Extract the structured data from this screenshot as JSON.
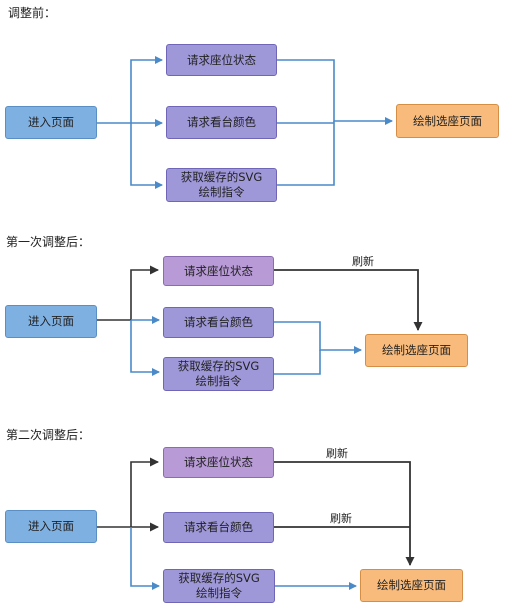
{
  "sections": [
    {
      "title": "调整前：",
      "start": "进入页面",
      "tasks": [
        "请求座位状态",
        "请求看台颜色",
        "获取缓存的SVG绘制指令"
      ],
      "task_lines": [
        [
          "请求座位状态"
        ],
        [
          "请求看台颜色"
        ],
        [
          "获取缓存的SVG",
          "绘制指令"
        ]
      ],
      "end": "绘制选座页面",
      "edge_labels": []
    },
    {
      "title": "第一次调整后：",
      "start": "进入页面",
      "tasks": [
        "请求座位状态",
        "请求看台颜色",
        "获取缓存的SVG绘制指令"
      ],
      "task_lines": [
        [
          "请求座位状态"
        ],
        [
          "请求看台颜色"
        ],
        [
          "获取缓存的SVG",
          "绘制指令"
        ]
      ],
      "end": "绘制选座页面",
      "edge_labels": [
        "刷新"
      ]
    },
    {
      "title": "第二次调整后：",
      "start": "进入页面",
      "tasks": [
        "请求座位状态",
        "请求看台颜色",
        "获取缓存的SVG绘制指令"
      ],
      "task_lines": [
        [
          "请求座位状态"
        ],
        [
          "请求看台颜色"
        ],
        [
          "获取缓存的SVG",
          "绘制指令"
        ]
      ],
      "end": "绘制选座页面",
      "edge_labels": [
        "刷新",
        "刷新"
      ]
    }
  ],
  "colors": {
    "start": "#7fb0e2",
    "task": "#9f98d8",
    "task_alt": "#b89ad6",
    "end": "#f8bb7c",
    "connector_blue": "#4a8ac8",
    "connector_dark": "#333333"
  }
}
